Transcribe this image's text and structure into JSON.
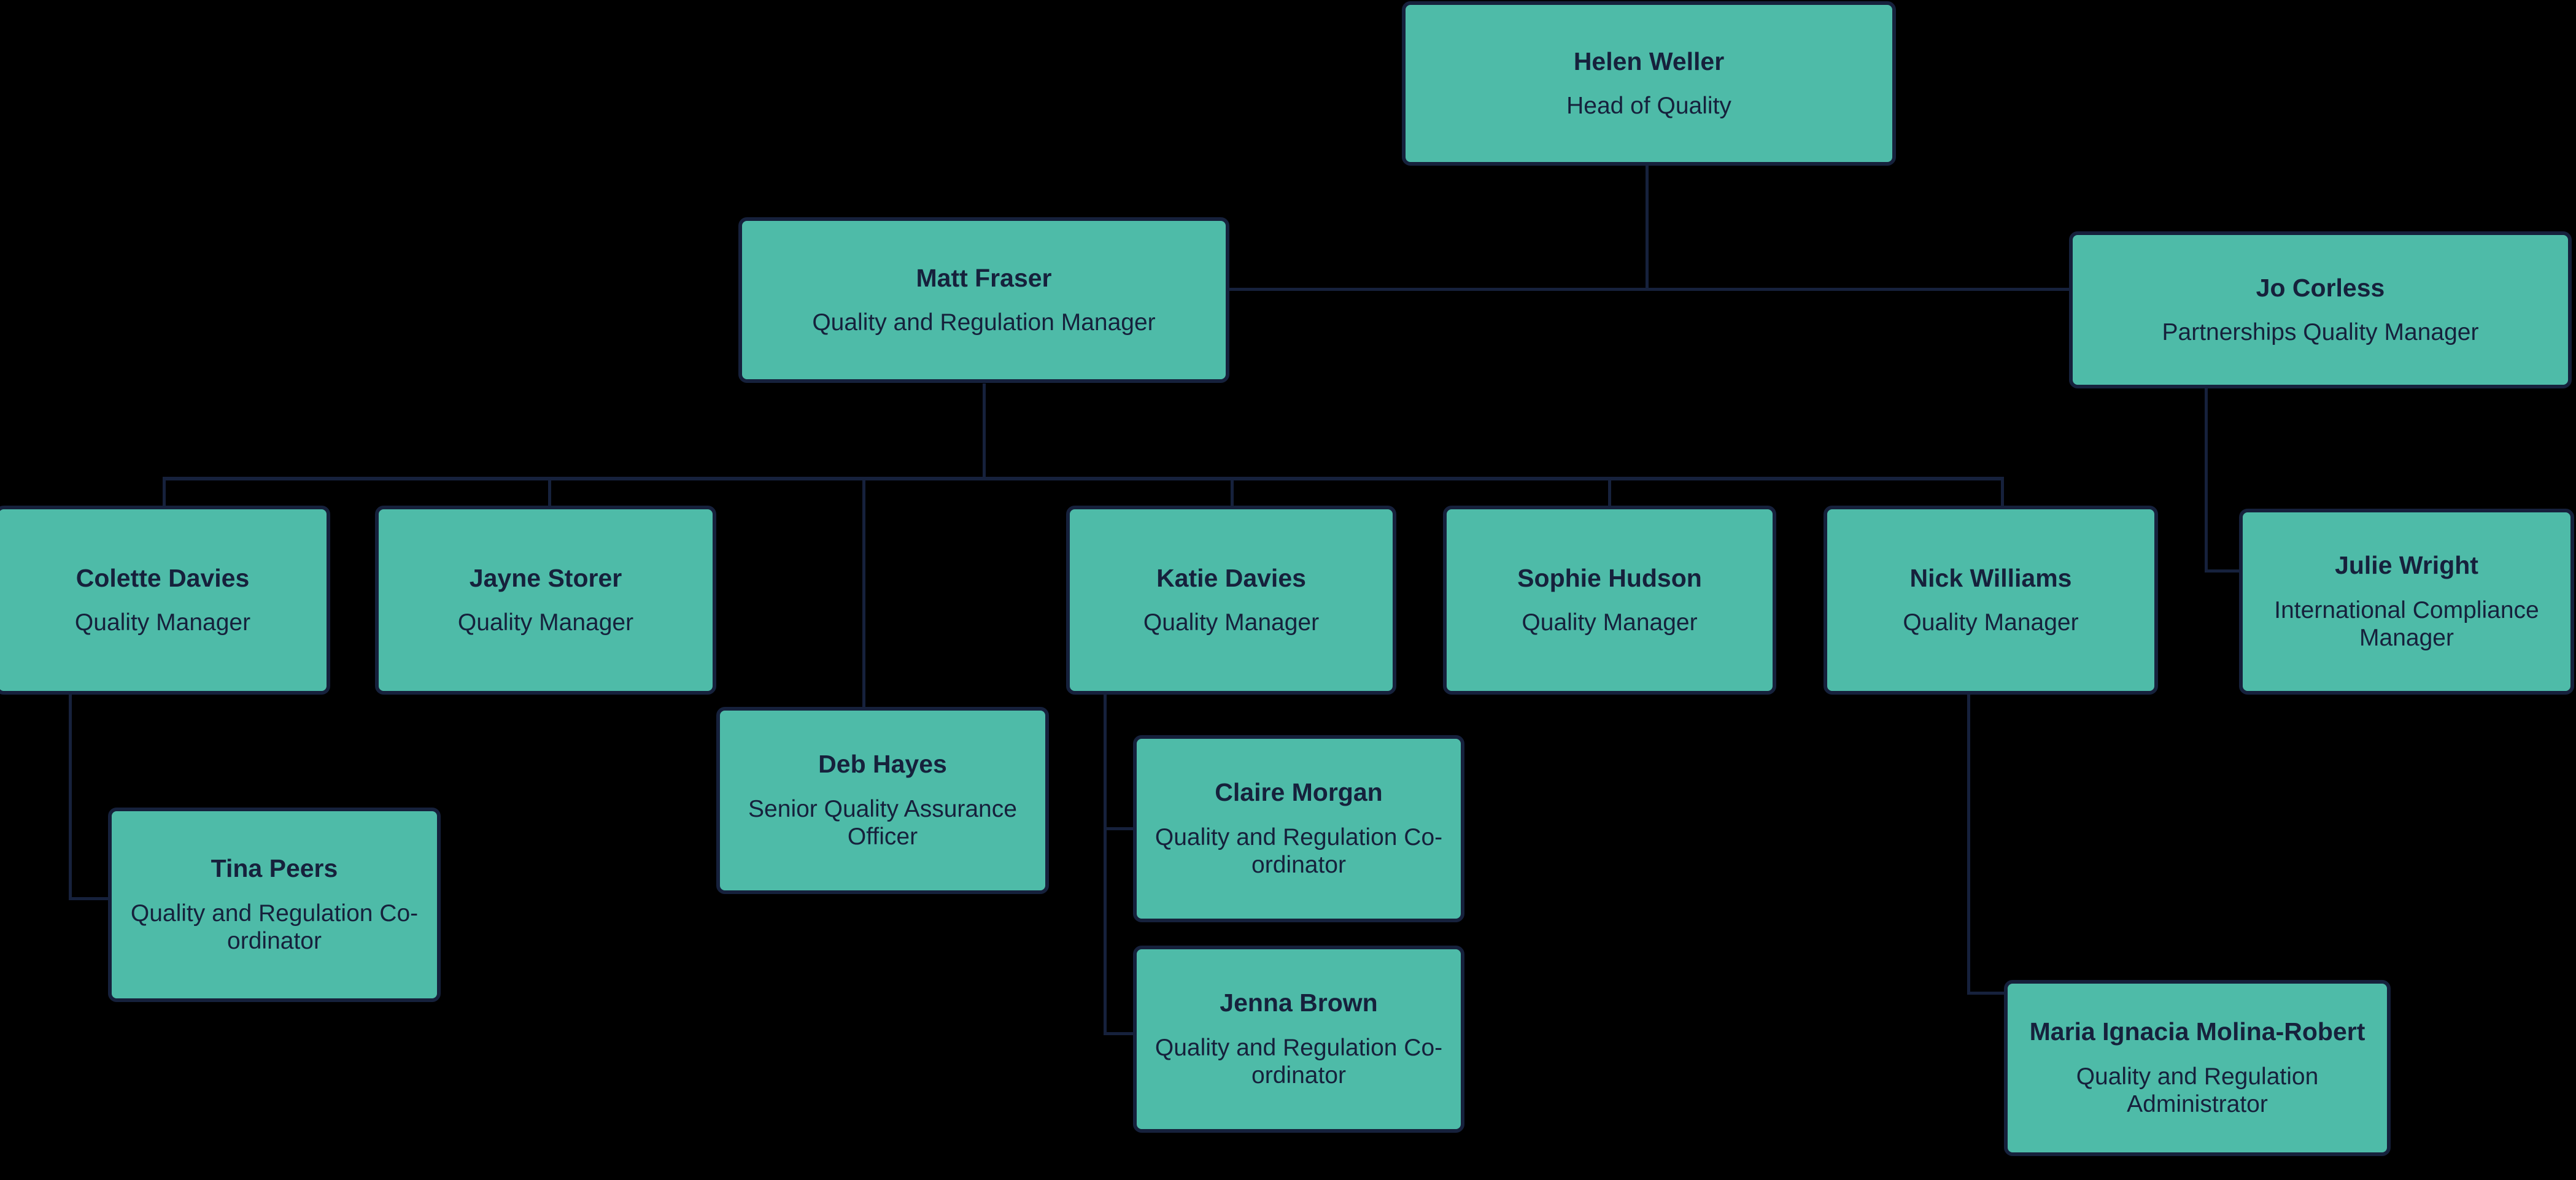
{
  "chart_data": {
    "type": "diagram",
    "diagram_kind": "organisational-chart",
    "title": "",
    "background_color": "#000000",
    "node_fill_color": "#4EBBA8",
    "node_border_color": "#16213C",
    "connector_color": "#16213C",
    "text_color": "#16213C",
    "nodes": [
      {
        "id": "helen-weller",
        "name": "Helen Weller",
        "title": "Head of Quality",
        "level": 1,
        "parent": null
      },
      {
        "id": "matt-fraser",
        "name": "Matt Fraser",
        "title": "Quality and Regulation Manager",
        "level": 2,
        "parent": "helen-weller"
      },
      {
        "id": "jo-corless",
        "name": "Jo Corless",
        "title": "Partnerships Quality Manager",
        "level": 2,
        "parent": "helen-weller"
      },
      {
        "id": "colette-davies",
        "name": "Colette Davies",
        "title": "Quality Manager",
        "level": 3,
        "parent": "matt-fraser"
      },
      {
        "id": "jayne-storer",
        "name": "Jayne Storer",
        "title": "Quality Manager",
        "level": 3,
        "parent": "matt-fraser"
      },
      {
        "id": "katie-davies",
        "name": "Katie Davies",
        "title": "Quality Manager",
        "level": 3,
        "parent": "matt-fraser"
      },
      {
        "id": "sophie-hudson",
        "name": "Sophie Hudson",
        "title": "Quality Manager",
        "level": 3,
        "parent": "matt-fraser"
      },
      {
        "id": "nick-williams",
        "name": "Nick Williams",
        "title": "Quality Manager",
        "level": 3,
        "parent": "matt-fraser"
      },
      {
        "id": "deb-hayes",
        "name": "Deb Hayes",
        "title": "Senior Quality Assurance Officer",
        "level": 3,
        "parent": "matt-fraser"
      },
      {
        "id": "julie-wright",
        "name": "Julie Wright",
        "title": "International Compliance Manager",
        "level": 3,
        "parent": "jo-corless"
      },
      {
        "id": "tina-peers",
        "name": "Tina Peers",
        "title": "Quality and Regulation Co-ordinator",
        "level": 4,
        "parent": "colette-davies"
      },
      {
        "id": "claire-morgan",
        "name": "Claire Morgan",
        "title": "Quality and Regulation Co-ordinator",
        "level": 4,
        "parent": "katie-davies"
      },
      {
        "id": "jenna-brown",
        "name": "Jenna Brown",
        "title": "Quality and Regulation Co-ordinator",
        "level": 4,
        "parent": "katie-davies"
      },
      {
        "id": "maria-molina",
        "name": "Maria Ignacia Molina-Robert",
        "title": "Quality and Regulation Administrator",
        "level": 4,
        "parent": "nick-williams"
      }
    ]
  }
}
